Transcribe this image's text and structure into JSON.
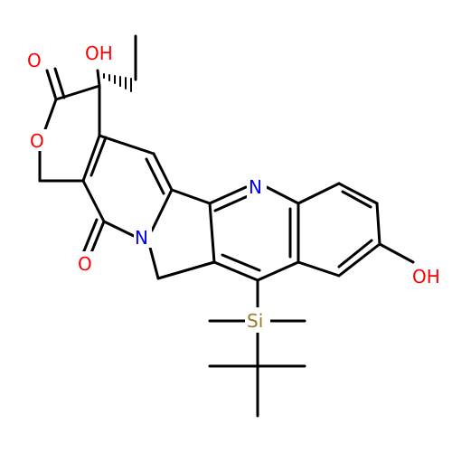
{
  "colors": {
    "background": "#ffffff",
    "bond": "#000000",
    "oxygen": "#ff0000",
    "nitrogen": "#0000ff",
    "silicon": "#9b7a2a"
  },
  "atoms": {
    "oh_top": "OH",
    "o_carbonyl_top": "O",
    "o_ring": "O",
    "o_carbonyl_bottom": "O",
    "n_ring": "N",
    "n_quinoline": "N",
    "oh_right": "OH",
    "si": "Si"
  }
}
